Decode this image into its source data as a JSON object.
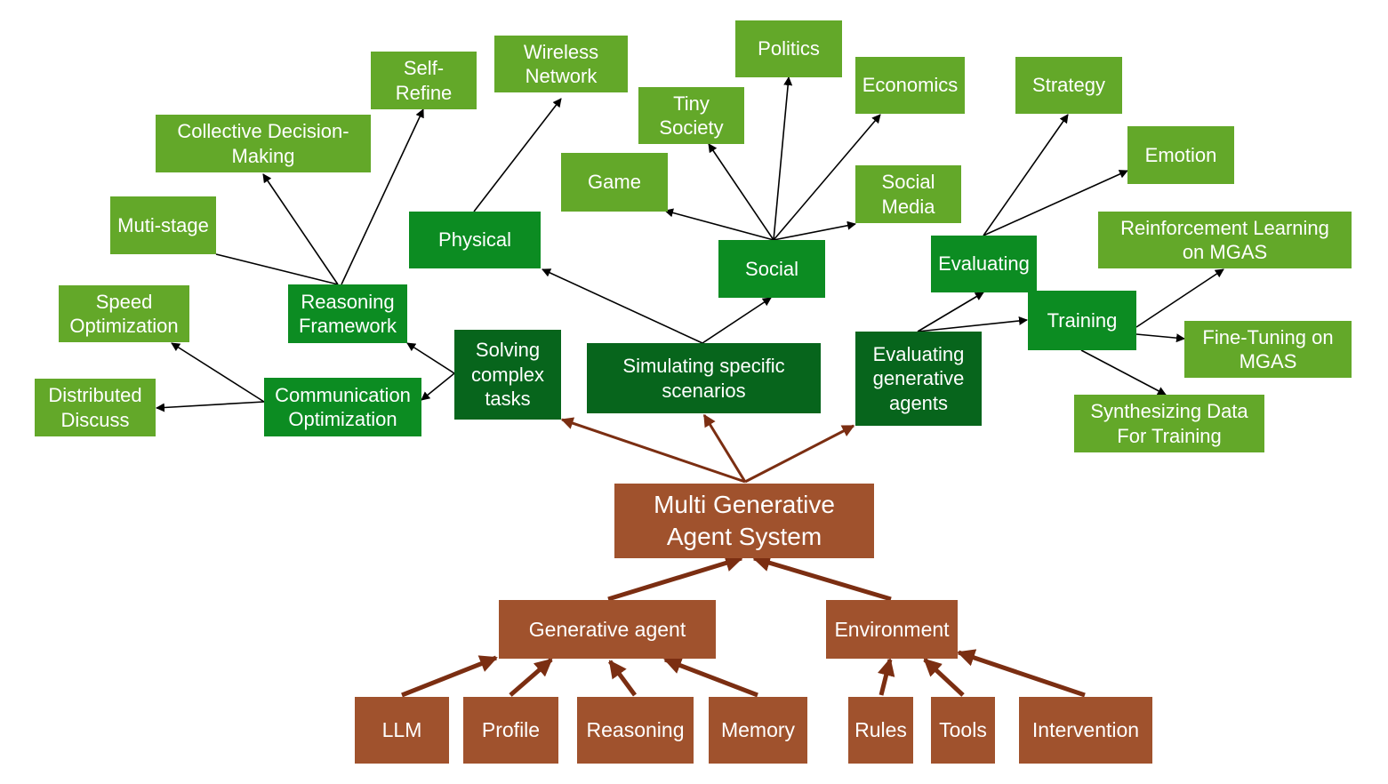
{
  "diagram": {
    "root": "Multi Generative\nAgent System",
    "components": {
      "generative_agent": "Generative agent",
      "environment": "Environment"
    },
    "agent_parts": [
      "LLM",
      "Profile",
      "Reasoning",
      "Memory"
    ],
    "environment_parts": [
      "Rules",
      "Tools",
      "Intervention"
    ],
    "categories": {
      "solving": "Solving\ncomplex\ntasks",
      "simulating": "Simulating specific\nscenarios",
      "evaluating": "Evaluating\ngenerative\nagents"
    },
    "solving_children": {
      "reasoning_framework": "Reasoning\nFramework",
      "communication_optimization": "Communication\nOptimization"
    },
    "reasoning_leaves": {
      "muti_stage": "Muti-stage",
      "collective": "Collective Decision-\nMaking",
      "self_refine": "Self-\nRefine"
    },
    "communication_leaves": {
      "speed": "Speed\nOptimization",
      "distributed": "Distributed\nDiscuss"
    },
    "simulating_children": {
      "physical": "Physical",
      "social": "Social"
    },
    "physical_leaves": {
      "wireless": "Wireless\nNetwork"
    },
    "social_leaves": {
      "game": "Game",
      "tiny_society": "Tiny\nSociety",
      "politics": "Politics",
      "economics": "Economics",
      "social_media": "Social\nMedia"
    },
    "evaluating_children": {
      "evaluating": "Evaluating",
      "training": "Training"
    },
    "evaluating_leaves": {
      "strategy": "Strategy",
      "emotion": "Emotion"
    },
    "training_leaves": {
      "rl": "Reinforcement Learning\non MGAS",
      "fine_tuning": "Fine-Tuning on\nMGAS",
      "synthesizing": "Synthesizing Data\nFor Training"
    },
    "colors": {
      "leaf_green": "#63a829",
      "mid_green": "#0c8c22",
      "dark_green": "#07651c",
      "brown": "#a0522d",
      "brown_arrow": "#7b2e12",
      "black_arrow": "#000000"
    }
  }
}
